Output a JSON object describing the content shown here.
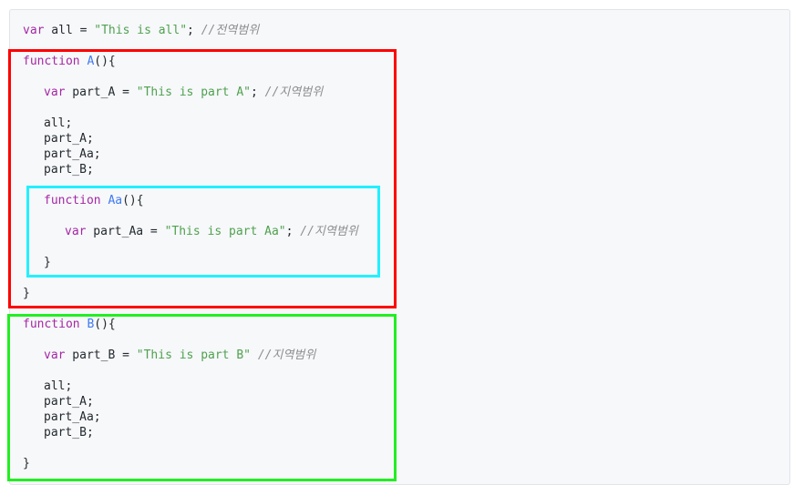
{
  "code": {
    "global_line": {
      "kw": "var",
      "name": " all = ",
      "str": "\"This is all\"",
      "end": "; ",
      "comment": "//전역범위"
    },
    "func_a_open": {
      "kw": "function",
      "name": "A",
      "end": "(){"
    },
    "part_a_decl": {
      "kw": "var",
      "name": " part_A = ",
      "str": "\"This is part A\"",
      "end": "; ",
      "comment": "//지역범위"
    },
    "a_stmts": [
      "all;",
      "part_A;",
      "part_Aa;",
      "part_B;"
    ],
    "func_aa_open": {
      "kw": "function",
      "name": "Aa",
      "end": "(){"
    },
    "part_aa_decl": {
      "kw": "var",
      "name": " part_Aa = ",
      "str": "\"This is part Aa\"",
      "end": "; ",
      "comment": "//지역범위"
    },
    "close_brace": "}",
    "func_b_open": {
      "kw": "function",
      "name": "B",
      "end": "(){"
    },
    "part_b_decl": {
      "kw": "var",
      "name": " part_B = ",
      "str": "\"This is part B\"",
      "end": " ",
      "comment": "//지역범위"
    },
    "b_stmts": [
      "all;",
      "part_A;",
      "part_Aa;",
      "part_B;"
    ]
  },
  "colors": {
    "keyword": "#a626a4",
    "function_name": "#4078f2",
    "string": "#50a14f",
    "comment": "#8e8e8e",
    "highlight_function_a": "#ff0000",
    "highlight_function_aa": "#22f0ff",
    "highlight_function_b": "#22ee22"
  }
}
